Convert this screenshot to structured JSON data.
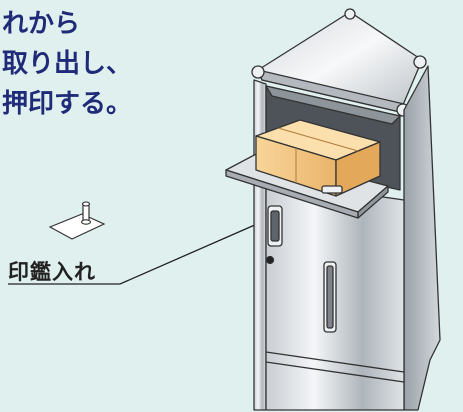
{
  "instructions": {
    "line1": "れから",
    "line2": "取り出し、",
    "line3": "押印する。"
  },
  "callout": {
    "label": "印鑑入れ"
  },
  "colors": {
    "background": "#dff0ee",
    "text": "#1f2a78",
    "box_fill": "#f4c883",
    "metal_light": "#e6e9ec",
    "metal_dark": "#8a9198"
  },
  "icons": {
    "stamp": "stamp-icon",
    "delivery_box": "delivery-box-icon"
  }
}
